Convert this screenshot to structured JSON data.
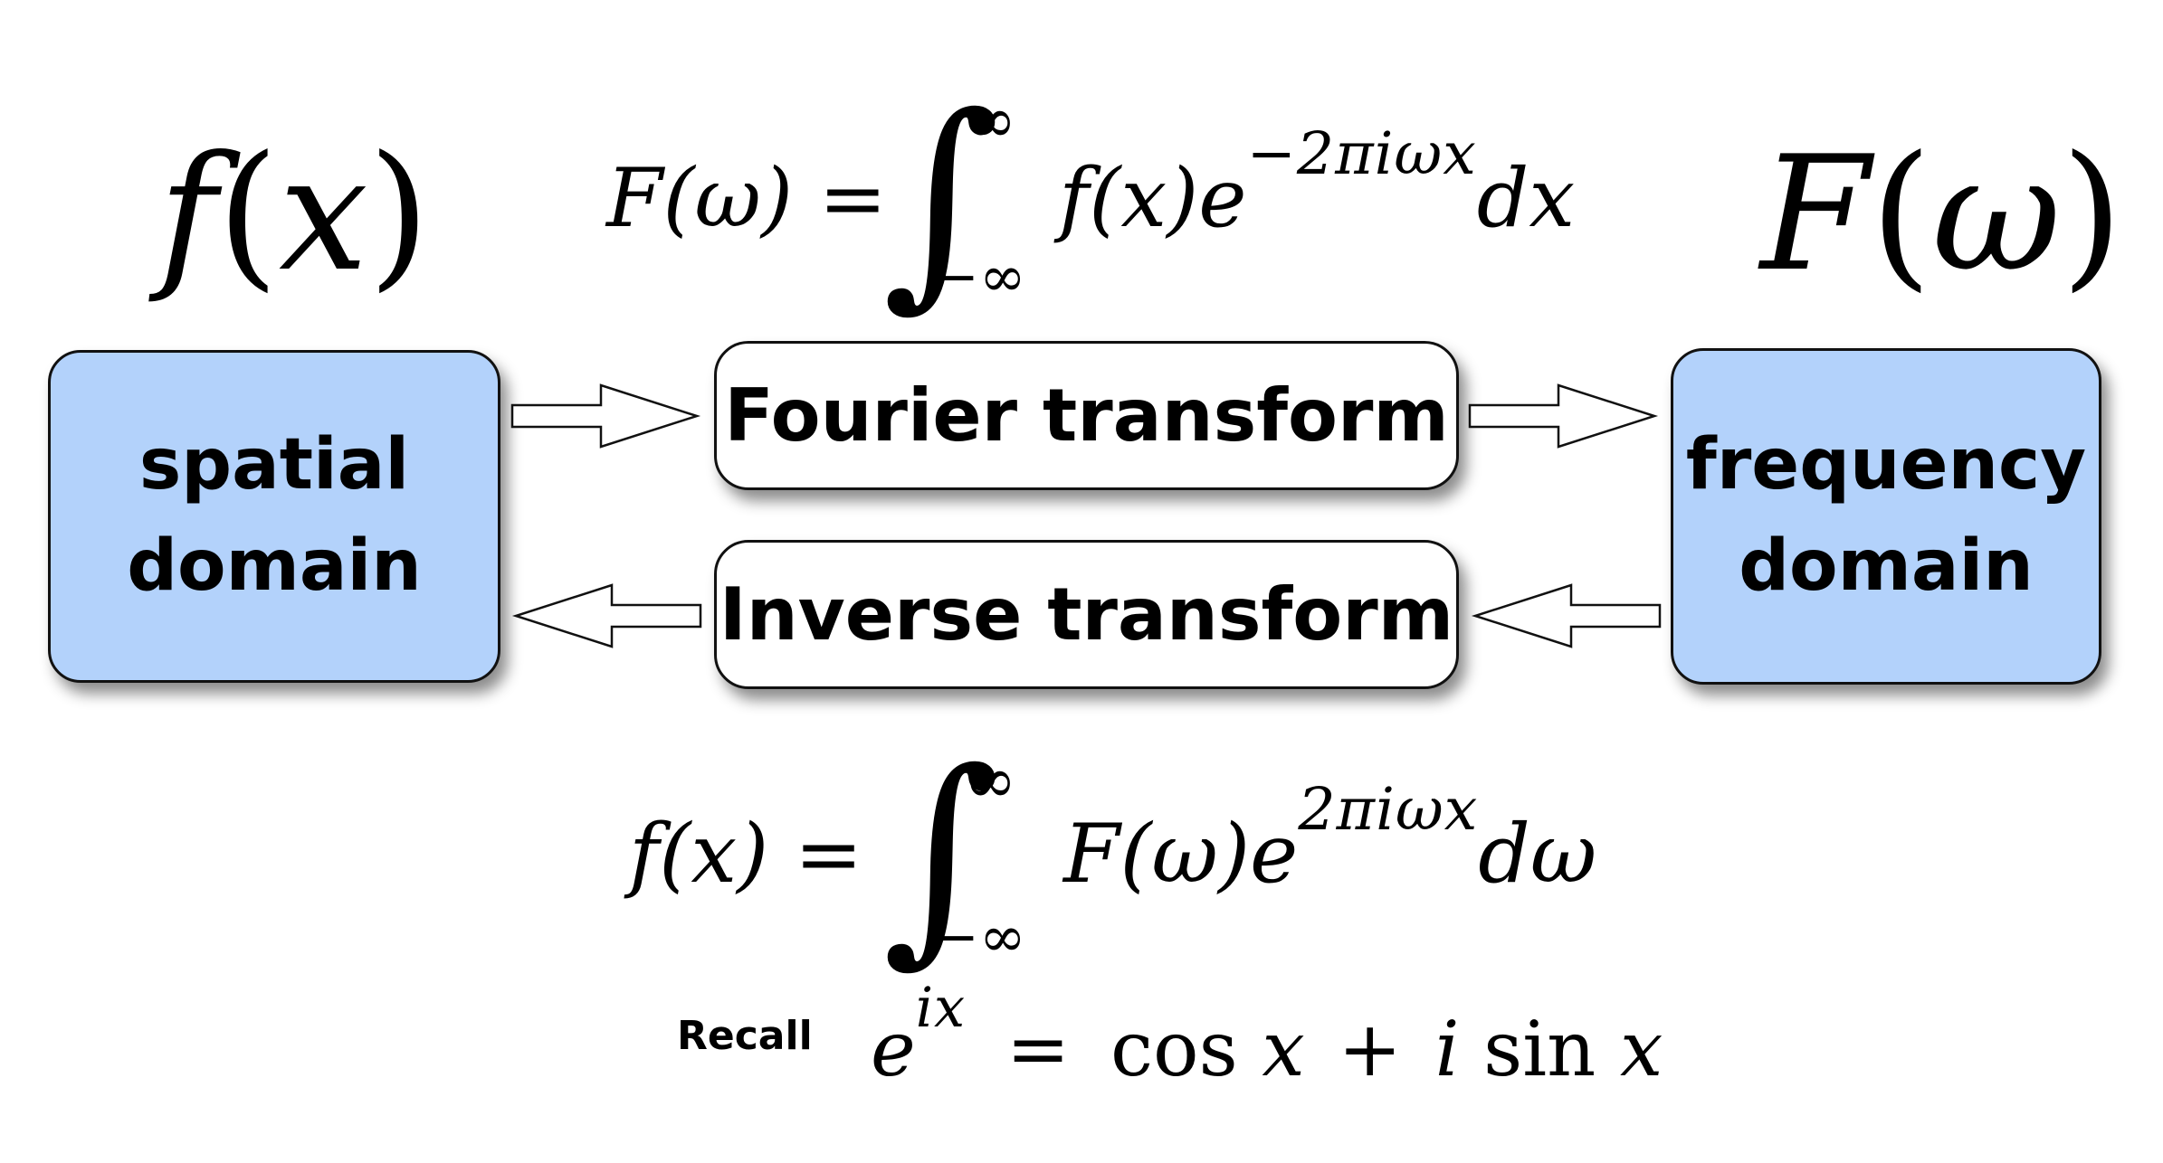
{
  "left_symbol": {
    "func": "f",
    "arg": "x"
  },
  "right_symbol": {
    "func": "F",
    "arg": "ω"
  },
  "forward_formula": {
    "lhs": "F(ω) =",
    "integral_upper": "∞",
    "integral_lower": "−∞",
    "integrand": "f(x)e",
    "exponent": "−2πiωx",
    "differential": "dx"
  },
  "inverse_formula": {
    "lhs": "f(x) =",
    "integral_upper": "∞",
    "integral_lower": "−∞",
    "integrand": "F(ω)e",
    "exponent": "2πiωx",
    "differential": "dω"
  },
  "nodes": {
    "spatial": {
      "line1": "spatial",
      "line2": "domain",
      "color": "#b3d2fb"
    },
    "frequency": {
      "line1": "frequency",
      "line2": "domain",
      "color": "#b3d2fb"
    },
    "fourier": {
      "label": "Fourier transform"
    },
    "inverse": {
      "label": "Inverse transform"
    }
  },
  "recall": {
    "label": "Recall",
    "base": "e",
    "exponent": "ix",
    "rhs_eq": "=",
    "rhs_cos": "cos",
    "rhs_x1": "x",
    "rhs_plus": "+",
    "rhs_i": "i",
    "rhs_sin": "sin",
    "rhs_x2": "x"
  }
}
